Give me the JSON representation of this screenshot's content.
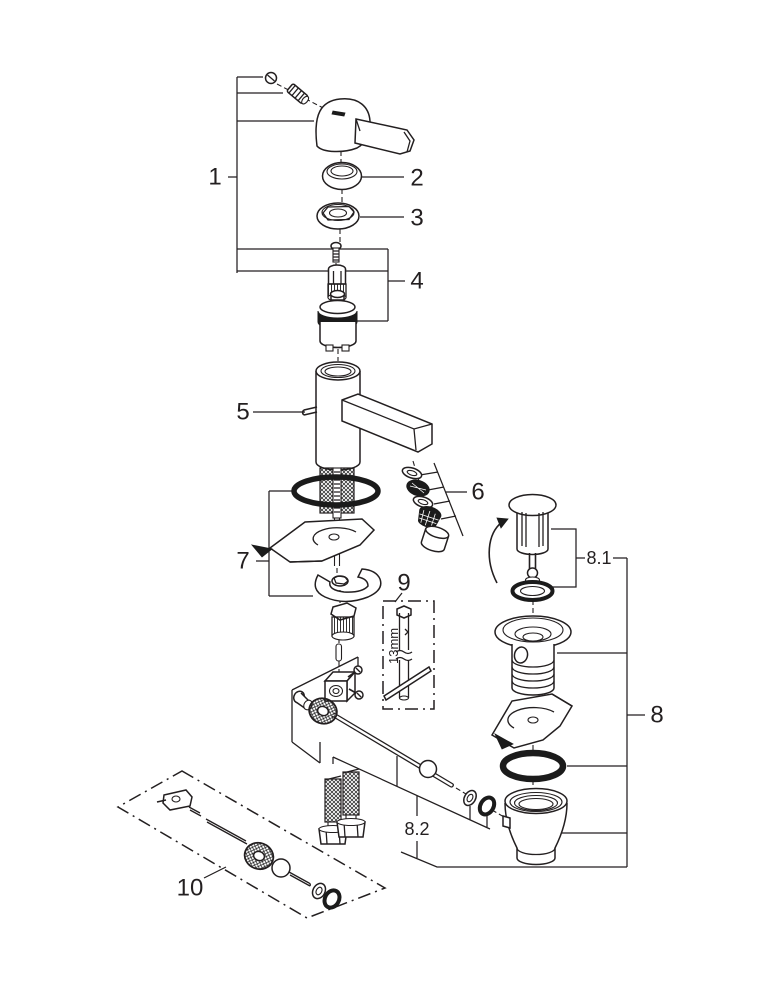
{
  "diagram": {
    "background": "#ffffff",
    "line_color": "#231f20",
    "dark_fill": "#1b1b1b",
    "labels": {
      "part1": "1",
      "part2": "2",
      "part3": "3",
      "part4": "4",
      "part5": "5",
      "part6": "6",
      "part7": "7",
      "part8": "8",
      "part8_sub1": "8.1",
      "part8_sub2": "8.2",
      "part9": "9",
      "part10": "10",
      "tool_size": "13mm"
    }
  }
}
